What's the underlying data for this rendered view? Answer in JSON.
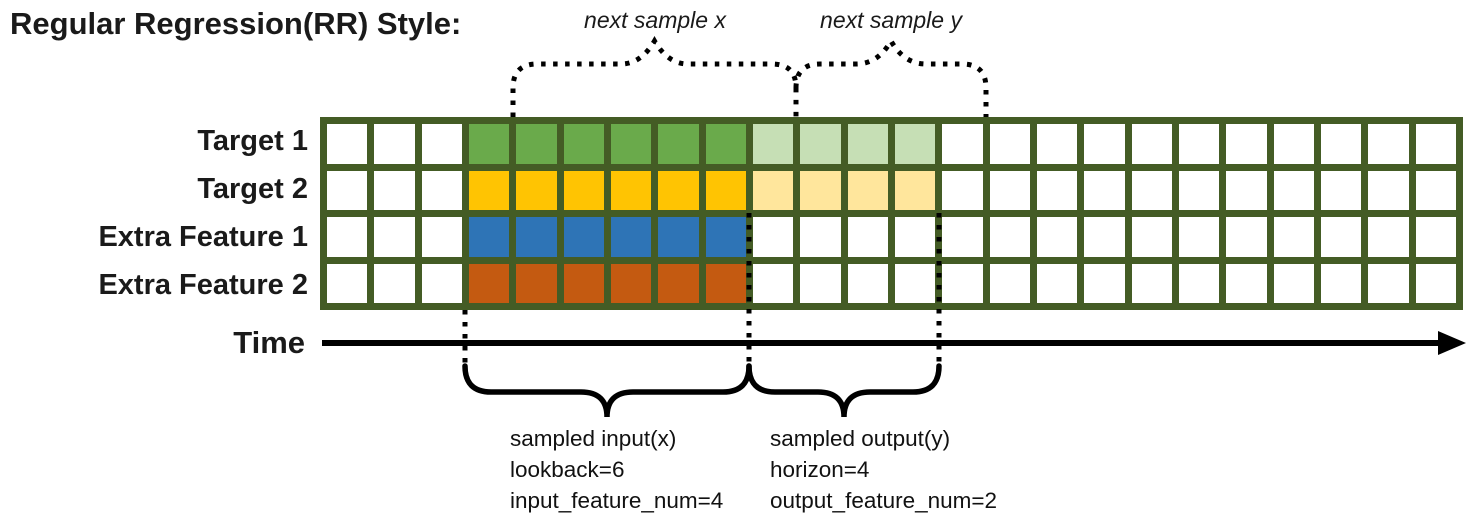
{
  "title": "Regular Regression(RR) Style:",
  "colors": {
    "grid_line": "#445c25",
    "target1_input": "#6aaa4b",
    "target1_output": "#c6dfb5",
    "target2_input": "#ffc402",
    "target2_output": "#ffe69c",
    "extra1_input": "#2e74b6",
    "extra2_input": "#c45a11",
    "annotation": "#000000"
  },
  "grid": {
    "columns": 24,
    "input_start_col": 4,
    "lookback": 6,
    "horizon": 4,
    "rows": [
      {
        "label": "Target 1",
        "input_color": "#6aaa4b",
        "output_color": "#c6dfb5"
      },
      {
        "label": "Target 2",
        "input_color": "#ffc402",
        "output_color": "#ffe69c"
      },
      {
        "label": "Extra Feature 1",
        "input_color": "#2e74b6",
        "output_color": null
      },
      {
        "label": "Extra Feature 2",
        "input_color": "#c45a11",
        "output_color": null
      }
    ]
  },
  "annotations": {
    "next_sample_x": "next sample x",
    "next_sample_y": "next sample y",
    "time_label": "Time",
    "input_block": [
      "sampled input(x)",
      "lookback=6",
      "input_feature_num=4"
    ],
    "output_block": [
      "sampled output(y)",
      "horizon=4",
      "output_feature_num=2"
    ]
  }
}
